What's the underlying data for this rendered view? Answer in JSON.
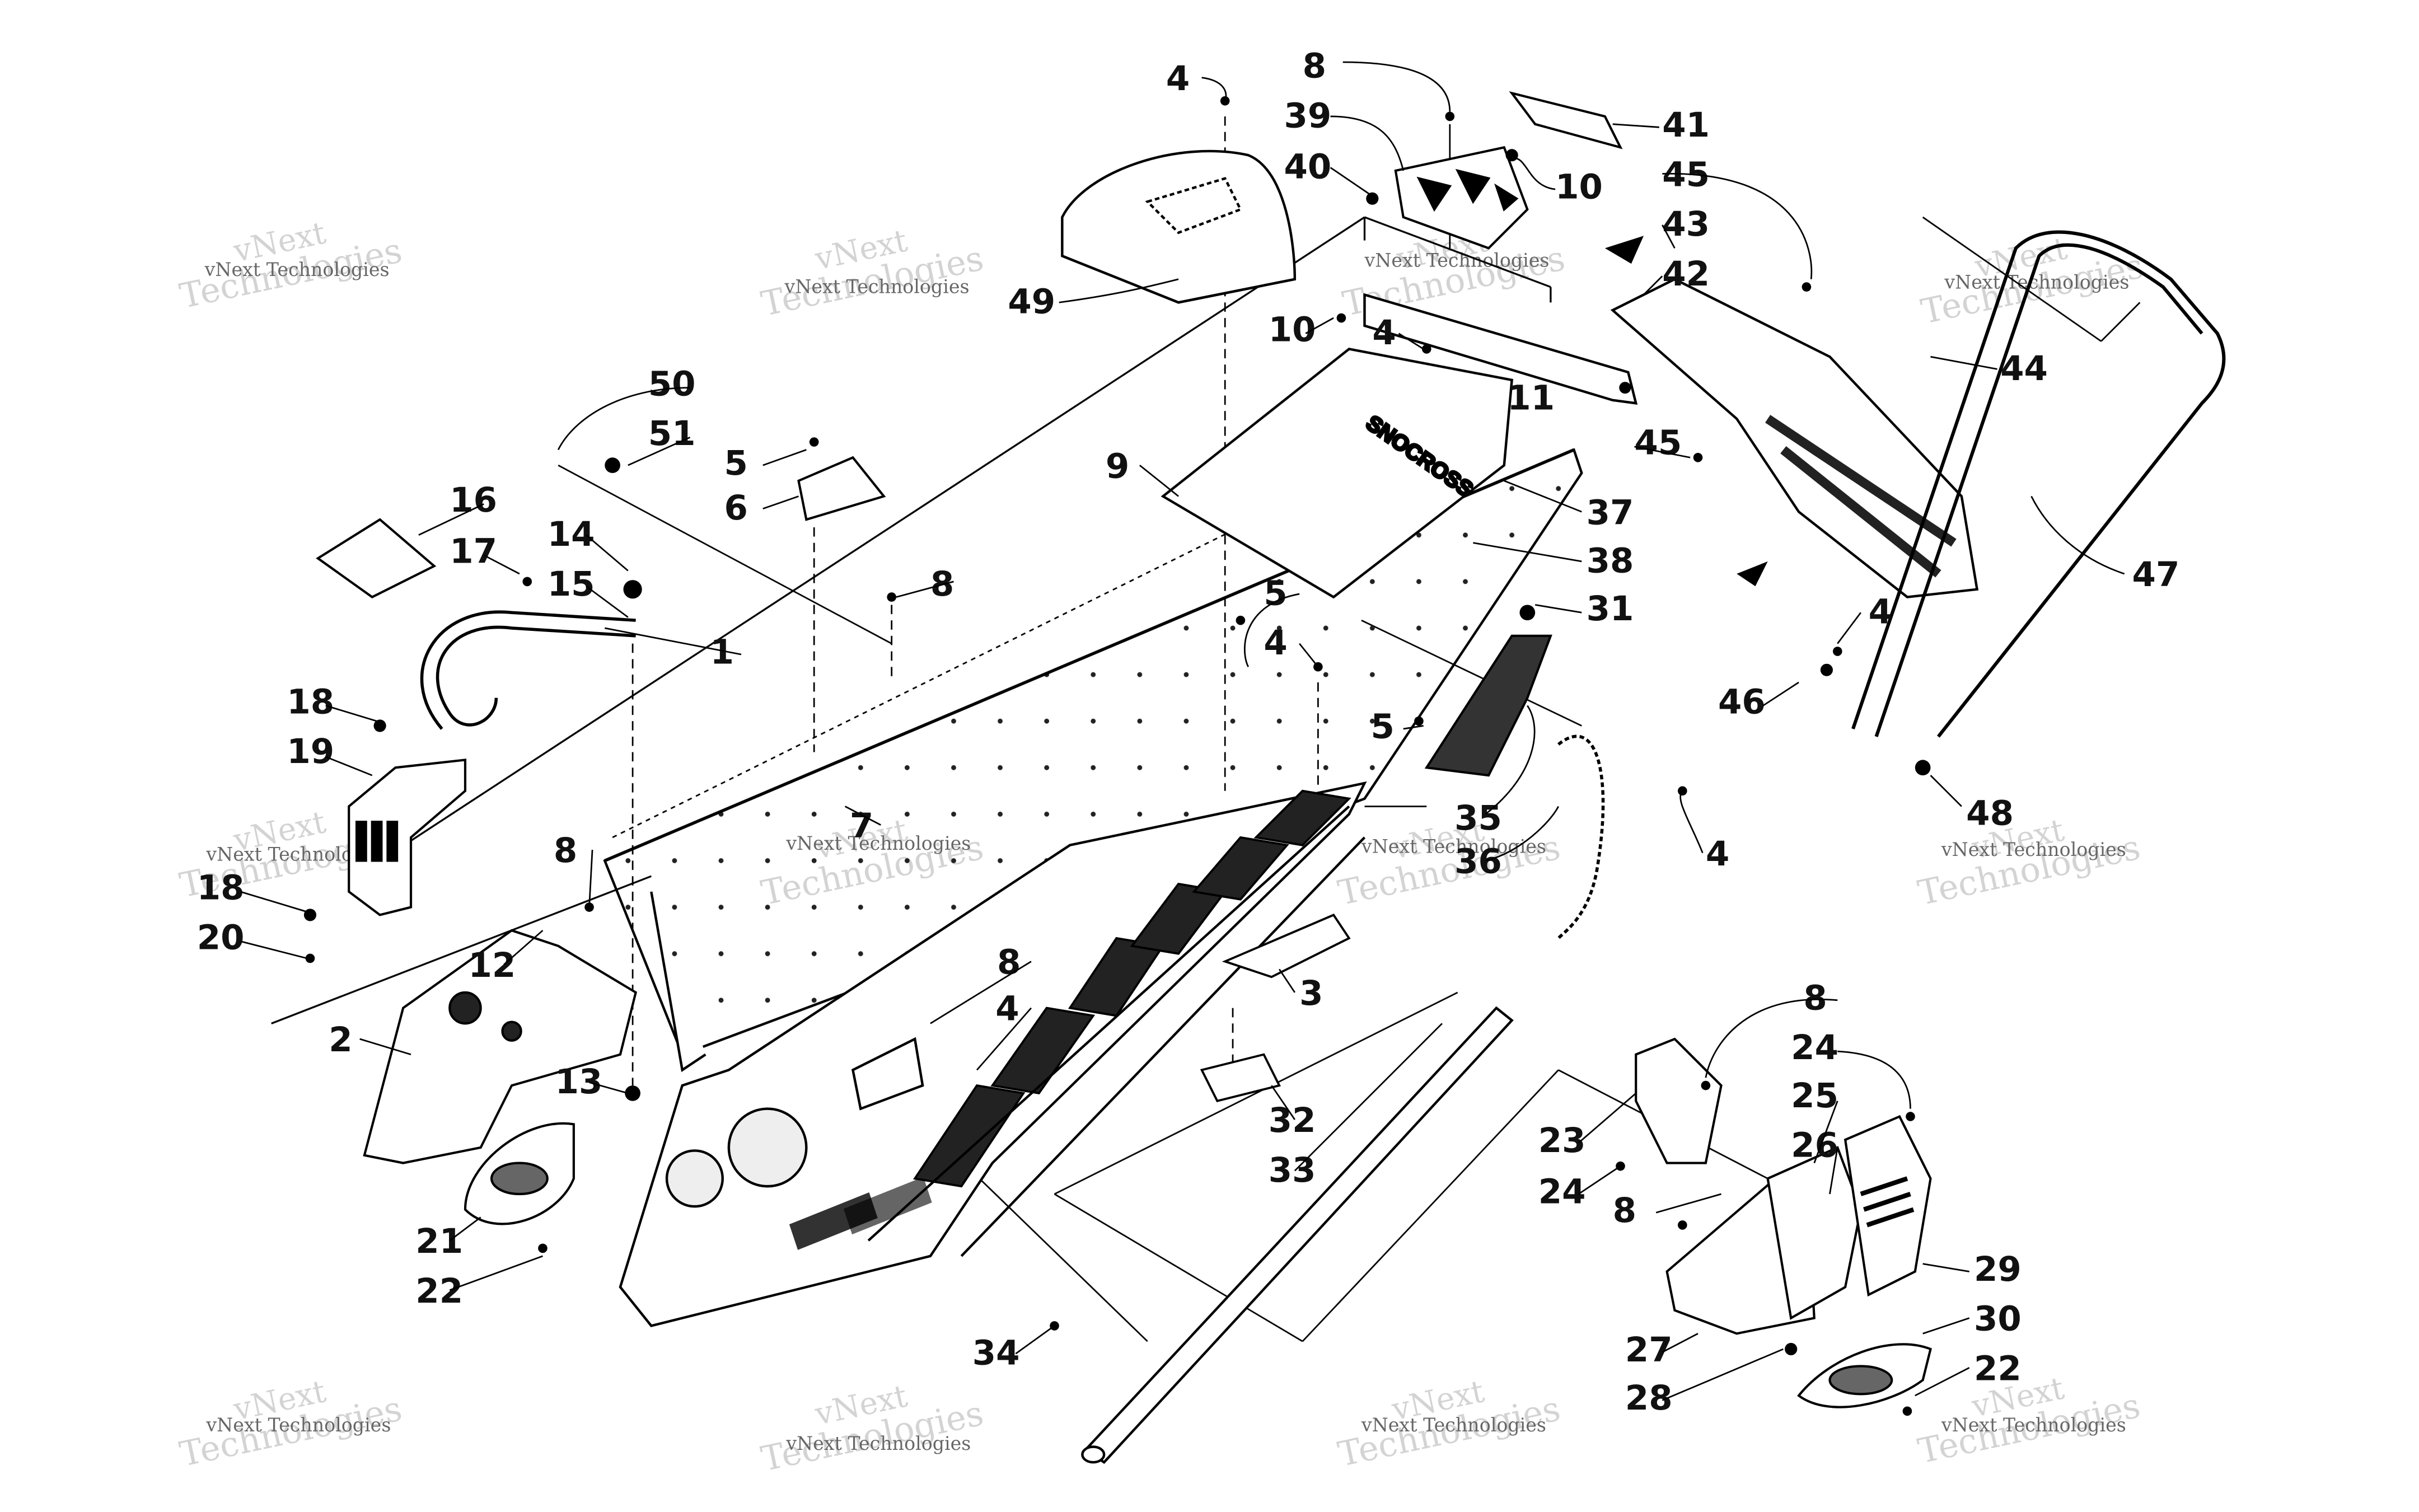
{
  "watermark": {
    "line1": "vNext",
    "line2": "Technologies",
    "small": "vNext Technologies"
  },
  "callouts": {
    "c1": "1",
    "c2": "2",
    "c3": "3",
    "c4a": "4",
    "c4b": "4",
    "c4c": "4",
    "c4d": "4",
    "c4e": "4",
    "c4f": "4",
    "c5a": "5",
    "c5b": "5",
    "c5c": "5",
    "c6": "6",
    "c7": "7",
    "c8a": "8",
    "c8b": "8",
    "c8c": "8",
    "c8d": "8",
    "c8e": "8",
    "c8f": "8",
    "c9": "9",
    "c10a": "10",
    "c10b": "10",
    "c11": "11",
    "c12": "12",
    "c13": "13",
    "c14": "14",
    "c15": "15",
    "c16": "16",
    "c17": "17",
    "c18a": "18",
    "c18b": "18",
    "c19": "19",
    "c20": "20",
    "c21": "21",
    "c22a": "22",
    "c22b": "22",
    "c23": "23",
    "c24a": "24",
    "c24b": "24",
    "c25": "25",
    "c26": "26",
    "c27": "27",
    "c28": "28",
    "c29": "29",
    "c30": "30",
    "c31": "31",
    "c32": "32",
    "c33": "33",
    "c34": "34",
    "c35": "35",
    "c36": "36",
    "c37": "37",
    "c38": "38",
    "c39": "39",
    "c40": "40",
    "c41": "41",
    "c42": "42",
    "c43": "43",
    "c44": "44",
    "c45a": "45",
    "c45b": "45",
    "c46": "46",
    "c47": "47",
    "c48": "48",
    "c49": "49",
    "c50": "50",
    "c51": "51"
  }
}
